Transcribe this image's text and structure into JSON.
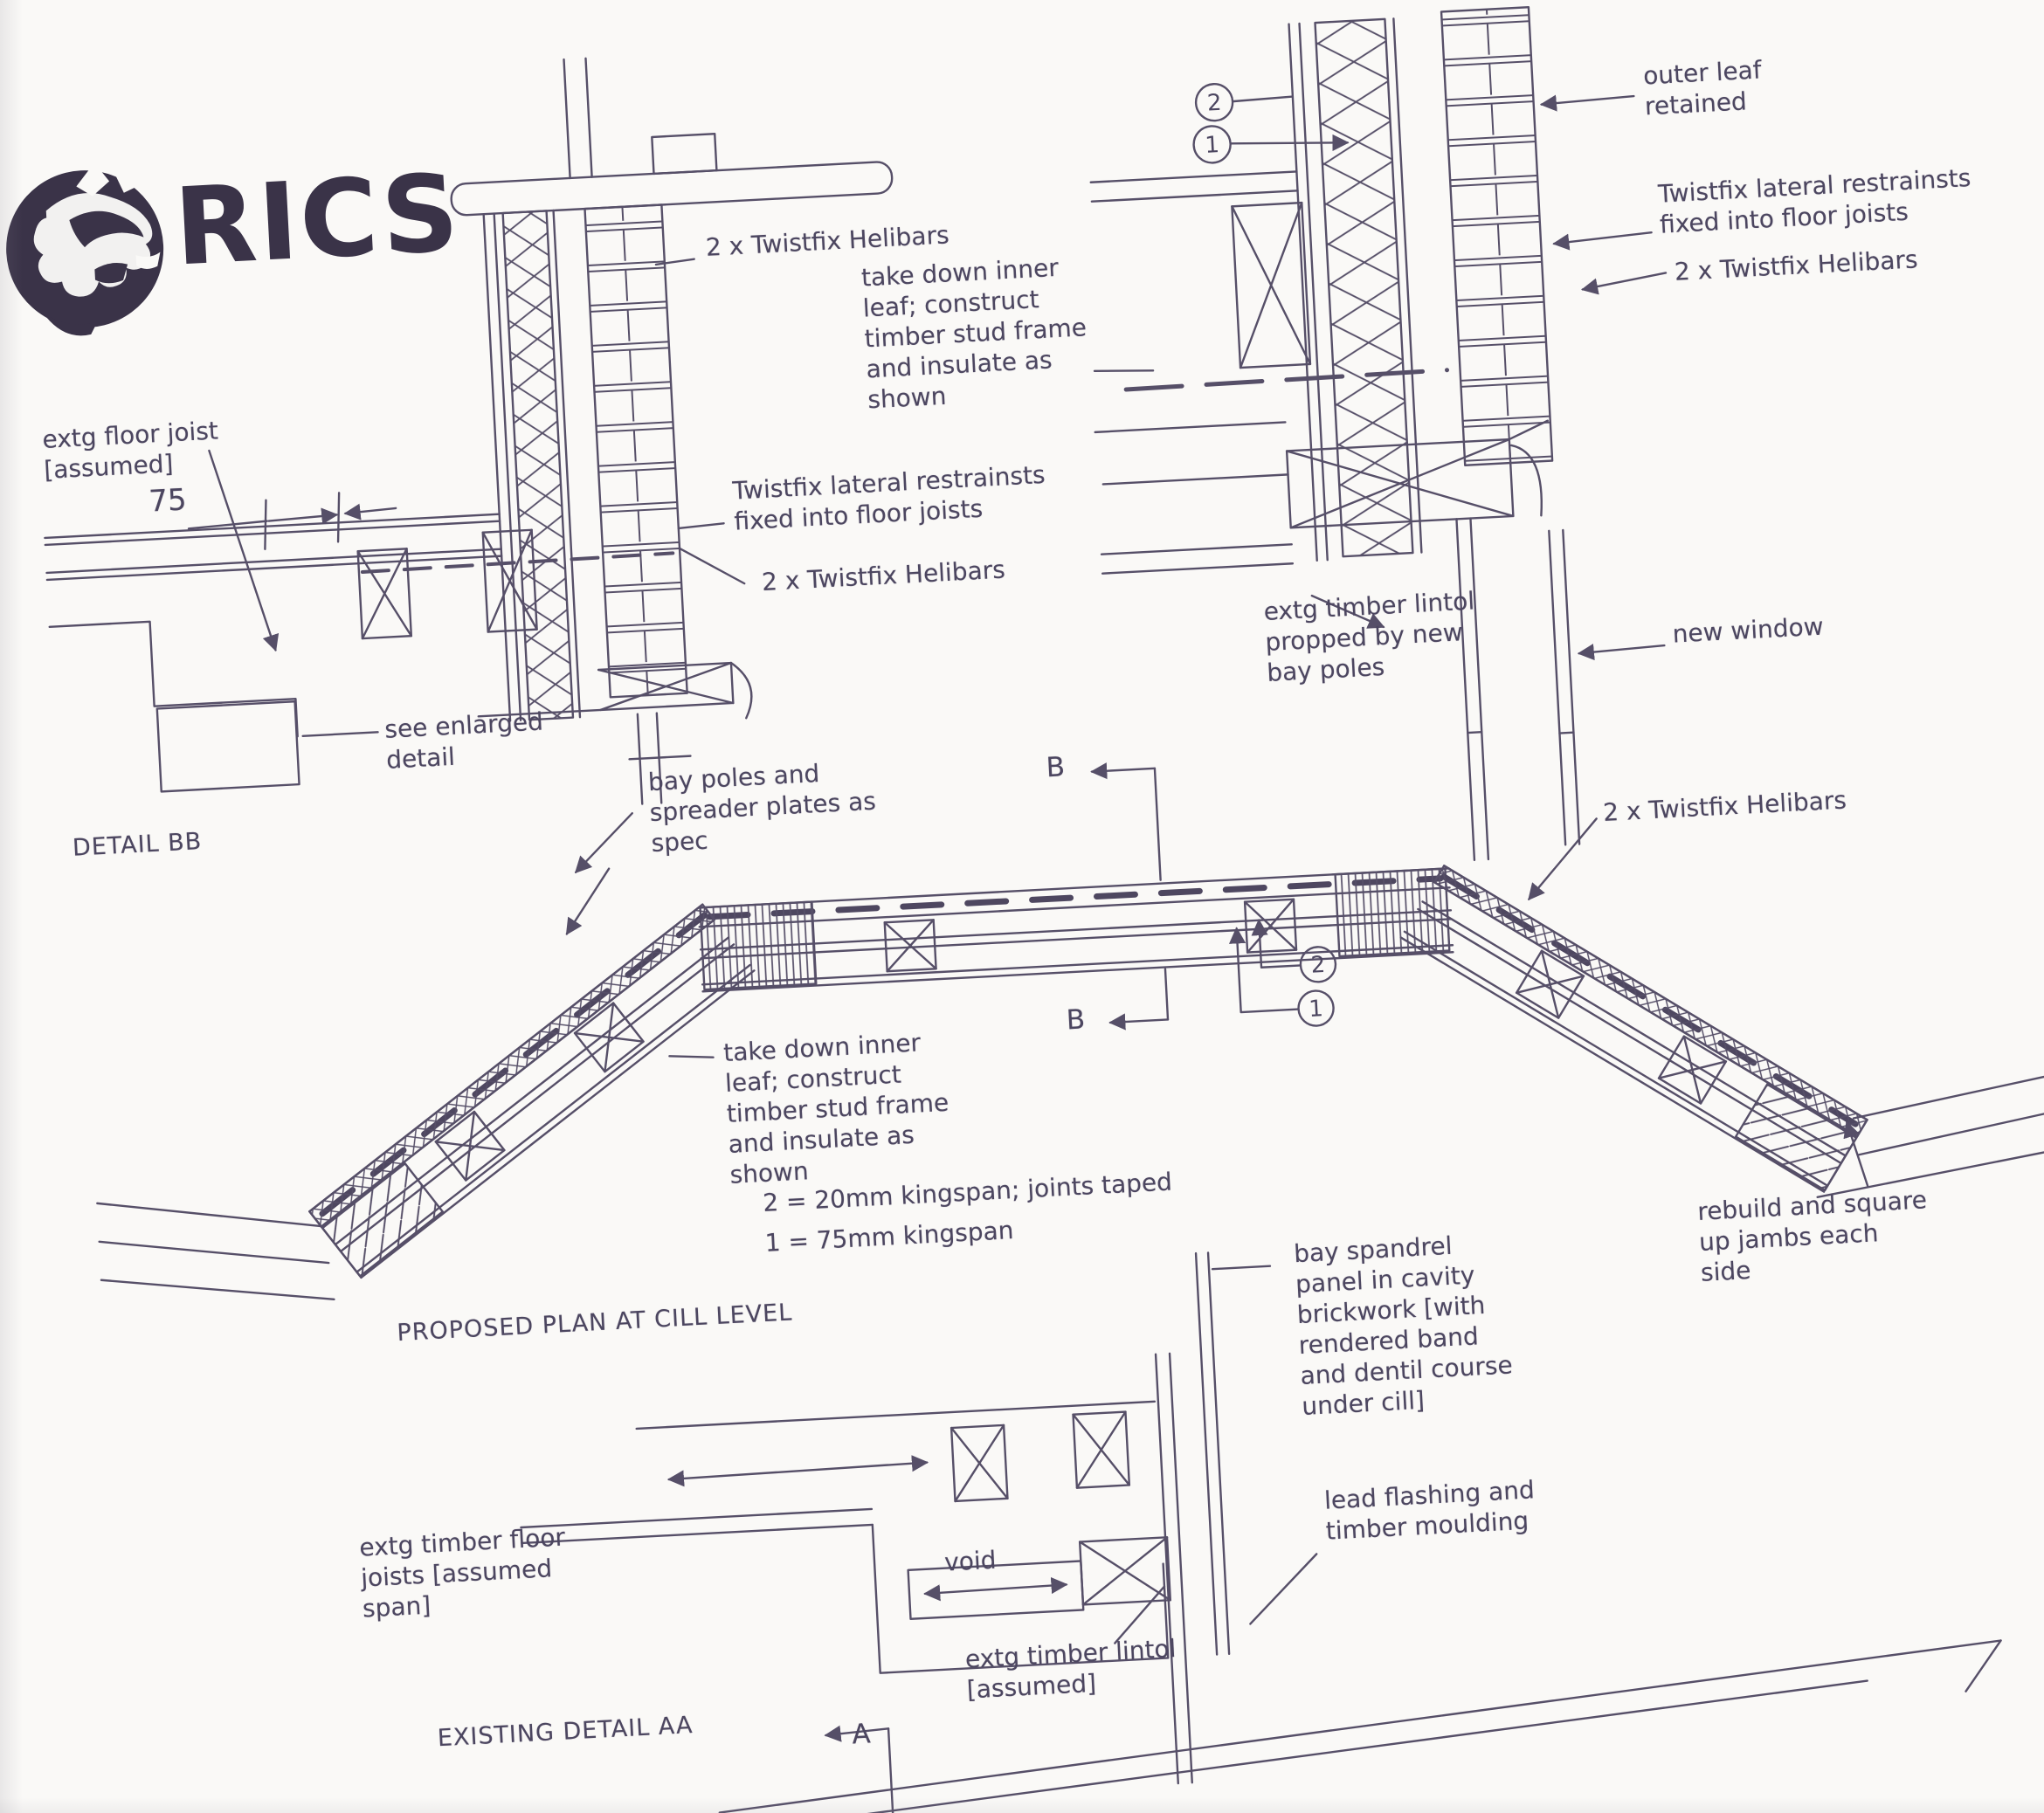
{
  "logo": {
    "brand": "RICS"
  },
  "markers": {
    "two": "2",
    "one": "1",
    "section_b": "B",
    "section_a": "A"
  },
  "detail_bb": {
    "title": "DETAIL BB",
    "extg_floor_joist": "extg floor joist\n[assumed]",
    "dim_75": "75",
    "see_enlarged": "see enlarged\ndetail",
    "helibars_top": "2 x Twistfix Helibars",
    "take_down": "take down inner\nleaf; construct\ntimber stud frame\nand insulate  as\nshown",
    "lateral_restraints": "Twistfix lateral restrainsts\nfixed into floor joists",
    "helibars_lower": "2 x Twistfix Helibars"
  },
  "detail_top_right": {
    "outer_leaf": "outer leaf\nretained",
    "lateral_restraints": "Twistfix lateral restrainsts\nfixed into floor joists",
    "helibars": "2 x Twistfix Helibars",
    "extg_lintol": "extg timber lintol\npropped by new\nbay poles",
    "new_window": "new window"
  },
  "proposed_plan": {
    "title": "PROPOSED PLAN AT CILL LEVEL",
    "bay_poles": "bay poles and\nspreader plates as\nspec",
    "helibars": "2 x Twistfix Helibars",
    "take_down": "take down inner\nleaf; construct\ntimber stud frame\nand insulate  as\nshown",
    "kingspan_2": "2 =  20mm kingspan; joints taped",
    "kingspan_1": "1 =  75mm kingspan",
    "rebuild": "rebuild and square\nup jambs each\nside"
  },
  "existing_detail": {
    "title": "EXISTING DETAIL AA",
    "extg_floor_joists": "extg timber floor\njoists [assumed\nspan]",
    "void_label": "void",
    "bay_spandrel": "bay spandrel\npanel in cavity\nbrickwork [with\nrendered band\nand dentil course\nunder cill]",
    "lead_flashing": "lead flashing and\ntimber moulding",
    "extg_lintol": "extg timber lintol\n[assumed]"
  },
  "colors": {
    "ink": "#564f66",
    "text": "#4c4660",
    "logo": "#3a3348",
    "paper": "#faf9f7"
  }
}
